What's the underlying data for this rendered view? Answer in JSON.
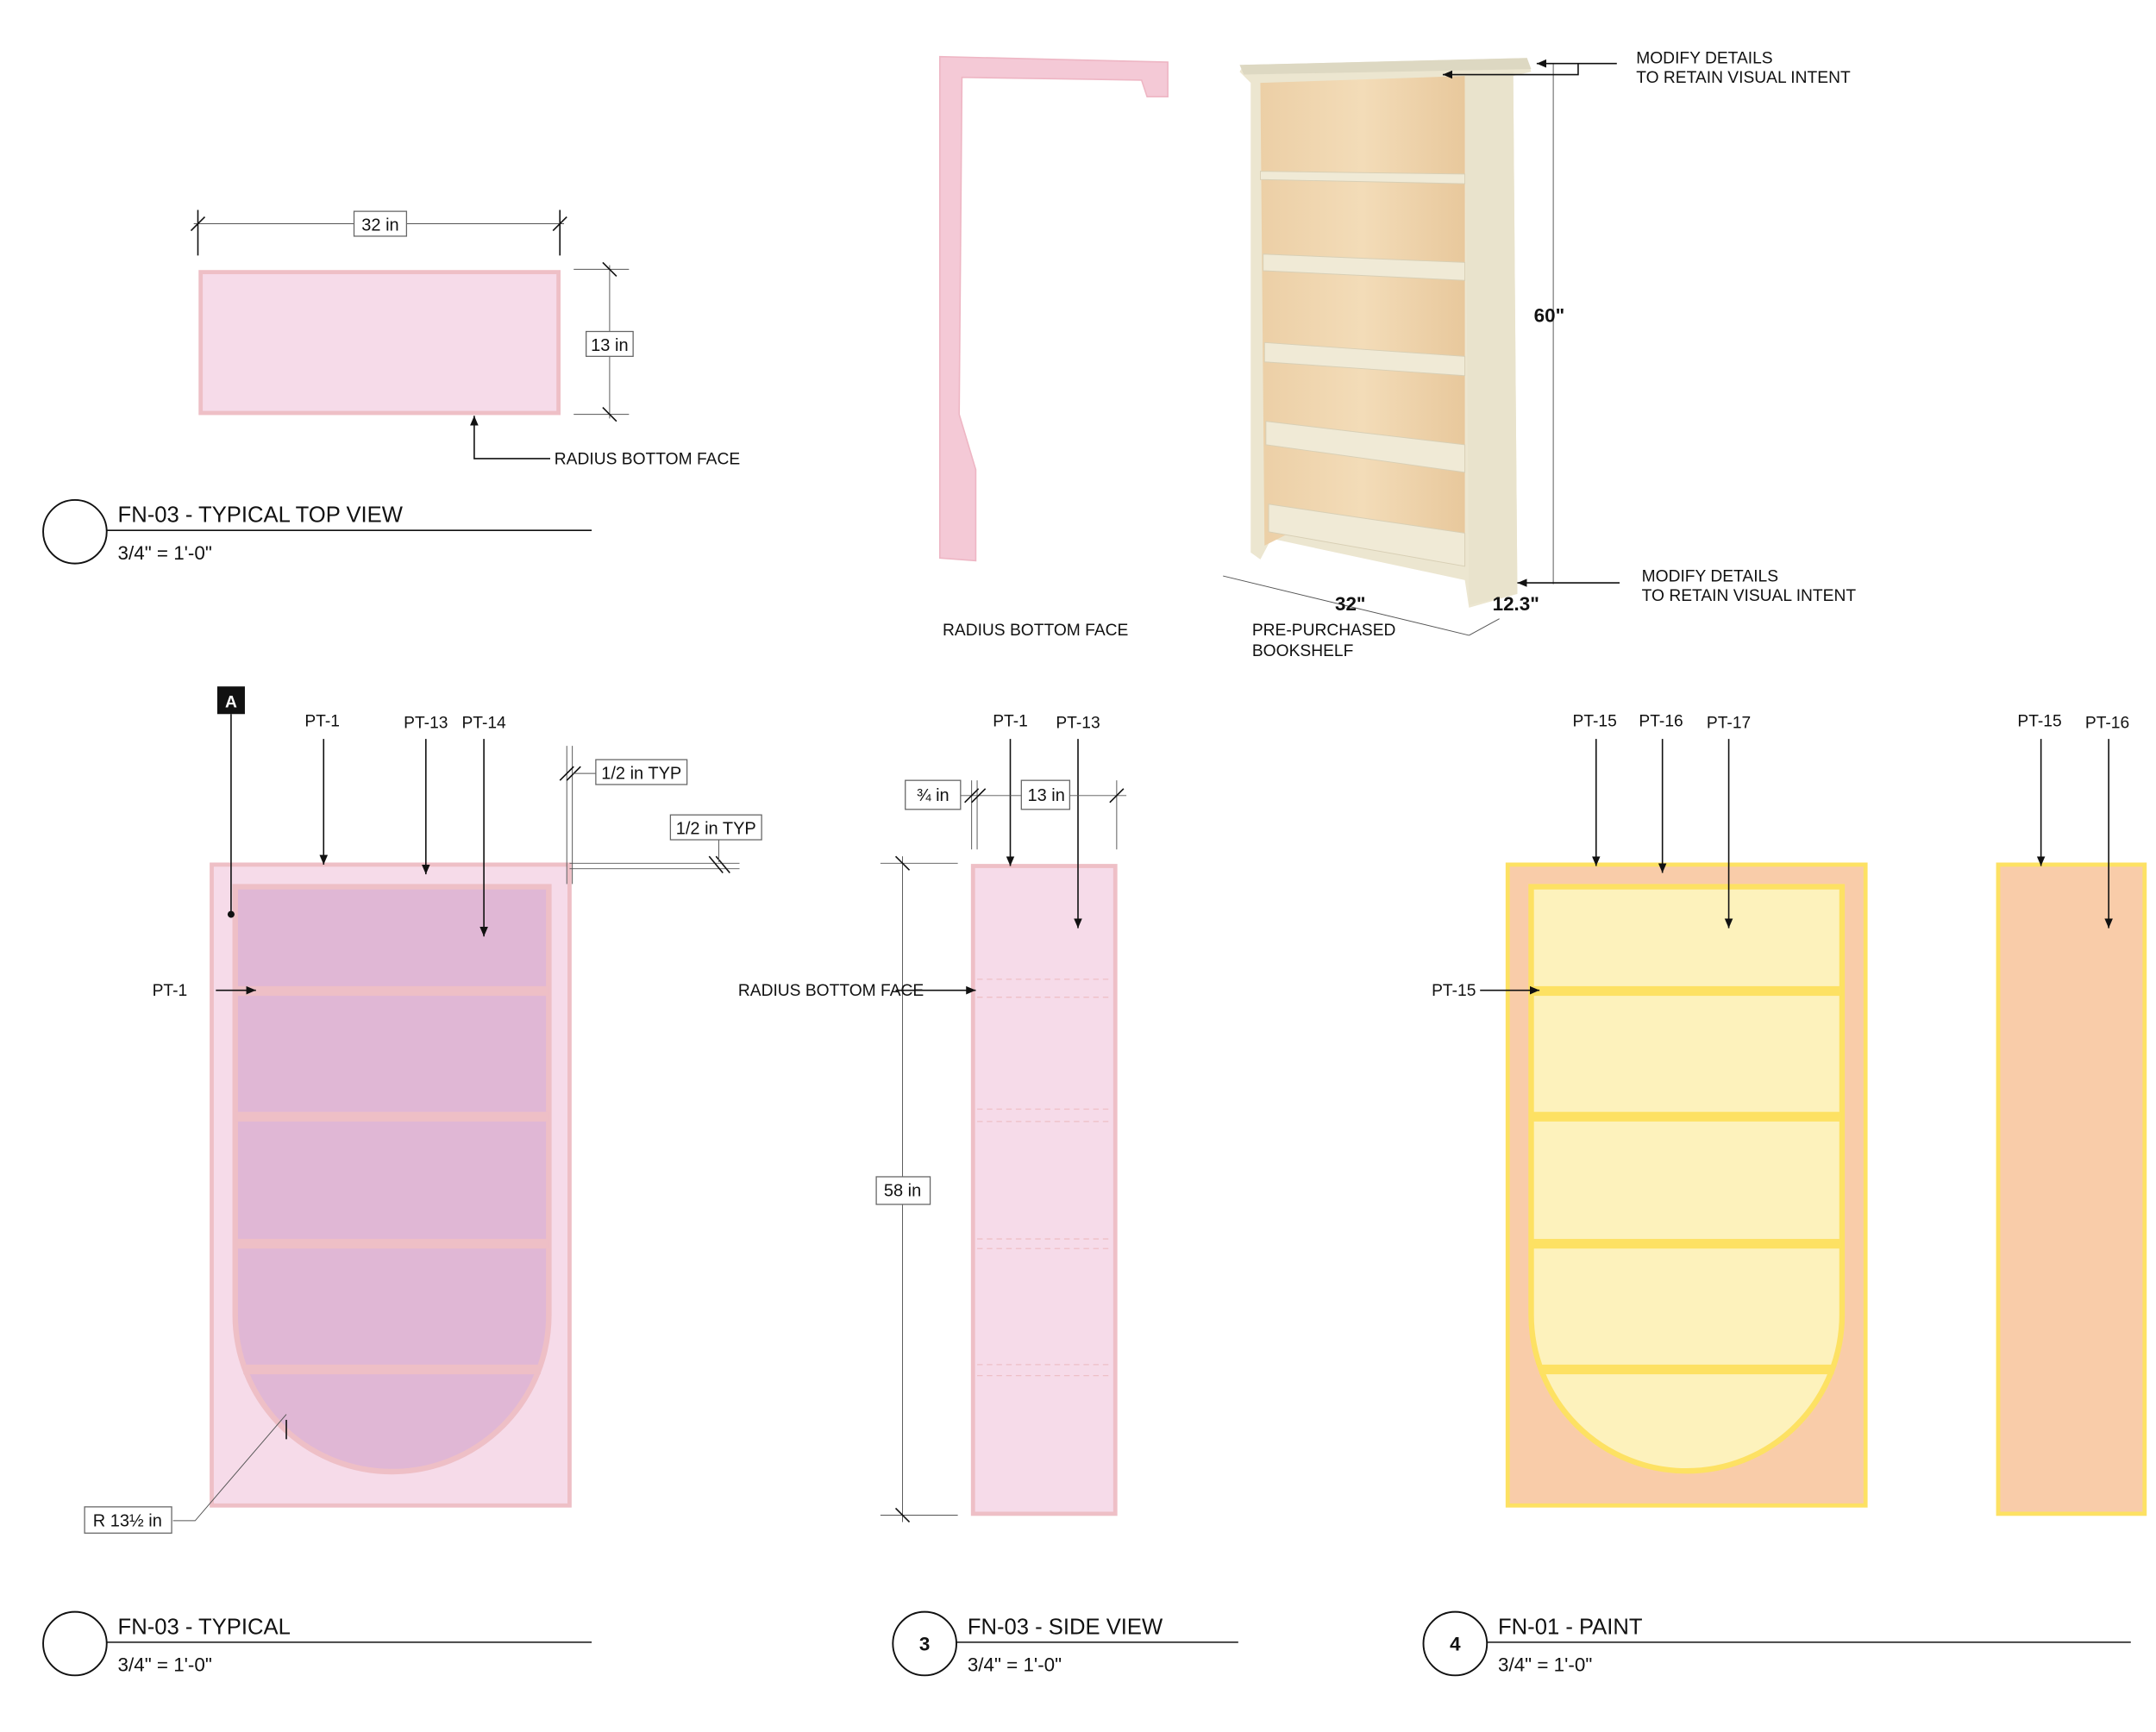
{
  "colors": {
    "pink_fill": "#f6dbe9",
    "pink_edge": "#eebfc6",
    "mauve_fill": "#e0b7d5",
    "peach_fill": "#f9cca9",
    "yellow_fill": "#fdf2bc",
    "yellow_edge": "#fde163"
  },
  "top_view": {
    "width_dim": "32 in",
    "depth_dim": "13 in",
    "note": "RADIUS BOTTOM FACE",
    "title": "FN-03 - TYPICAL TOP VIEW",
    "scale": "3/4\" = 1'-0\""
  },
  "reference": {
    "profile_label": "RADIUS BOTTOM FACE",
    "photo_label_line1": "PRE-PURCHASED",
    "photo_label_line2": "BOOKSHELF",
    "height_dim": "60\"",
    "width_dim": "32\"",
    "depth_dim": "12.3\"",
    "note_top_line1": "MODIFY DETAILS",
    "note_top_line2": "TO RETAIN VISUAL INTENT",
    "note_bottom_line1": "MODIFY DETAILS",
    "note_bottom_line2": "TO RETAIN VISUAL INTENT"
  },
  "typical": {
    "section_tag": "A",
    "tags": [
      "PT-1",
      "PT-13",
      "PT-14"
    ],
    "side_tag": "PT-1",
    "typ_dim_1": "1/2 in TYP",
    "typ_dim_2": "1/2 in TYP",
    "radius_dim": "R 13½ in",
    "title": "FN-03 - TYPICAL",
    "scale": "3/4\" = 1'-0\""
  },
  "side_view": {
    "number": "3",
    "tags": [
      "PT-1",
      "PT-13"
    ],
    "thickness_dim": "¾ in",
    "depth_dim": "13 in",
    "height_dim": "58 in",
    "note": "RADIUS BOTTOM FACE",
    "title": "FN-03 - SIDE VIEW",
    "scale": "3/4\" = 1'-0\""
  },
  "paint": {
    "number": "4",
    "tags": [
      "PT-15",
      "PT-16",
      "PT-17"
    ],
    "side_tag": "PT-15",
    "side_panel_tags": [
      "PT-15",
      "PT-16"
    ],
    "title": "FN-01 - PAINT",
    "scale": "3/4\" = 1'-0\""
  }
}
